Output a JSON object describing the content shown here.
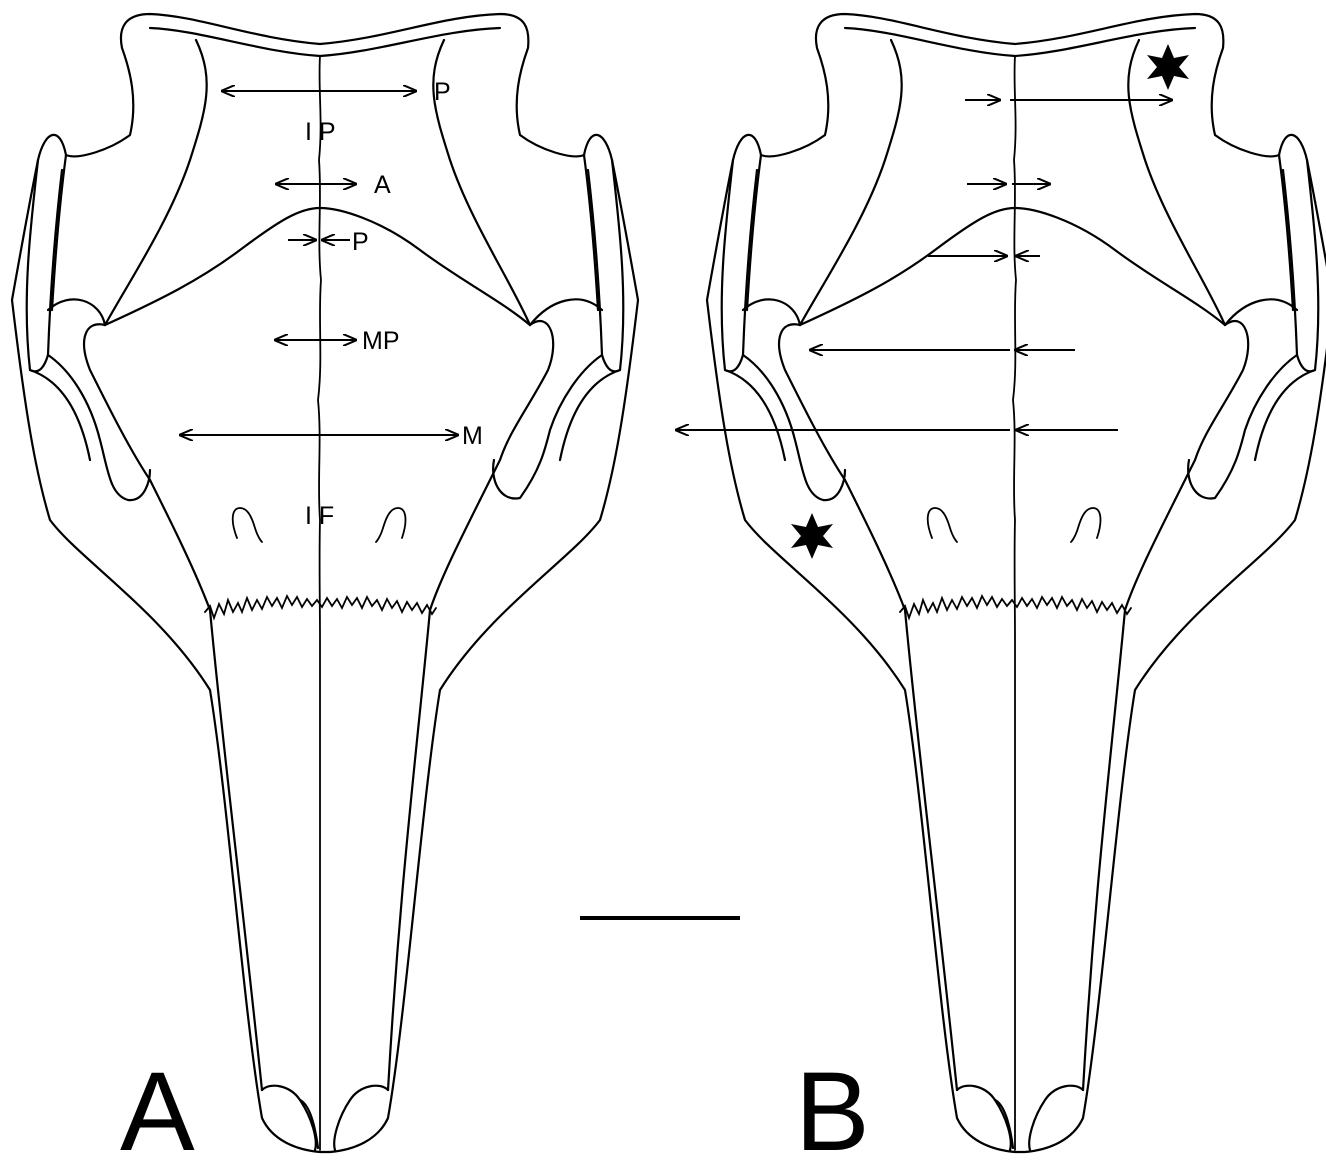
{
  "panels": [
    {
      "letter": "A",
      "labels": {
        "parietal_upper": "P",
        "interparietal": "I P",
        "anterior": "A",
        "posterior": "P",
        "midpalatal": "MP",
        "maxillary": "M",
        "interfrontal": "I F"
      }
    },
    {
      "letter": "B"
    }
  ],
  "colors": {
    "line": "#000000",
    "background": "#ffffff"
  },
  "markers": [
    "star-marker",
    "star-marker"
  ]
}
